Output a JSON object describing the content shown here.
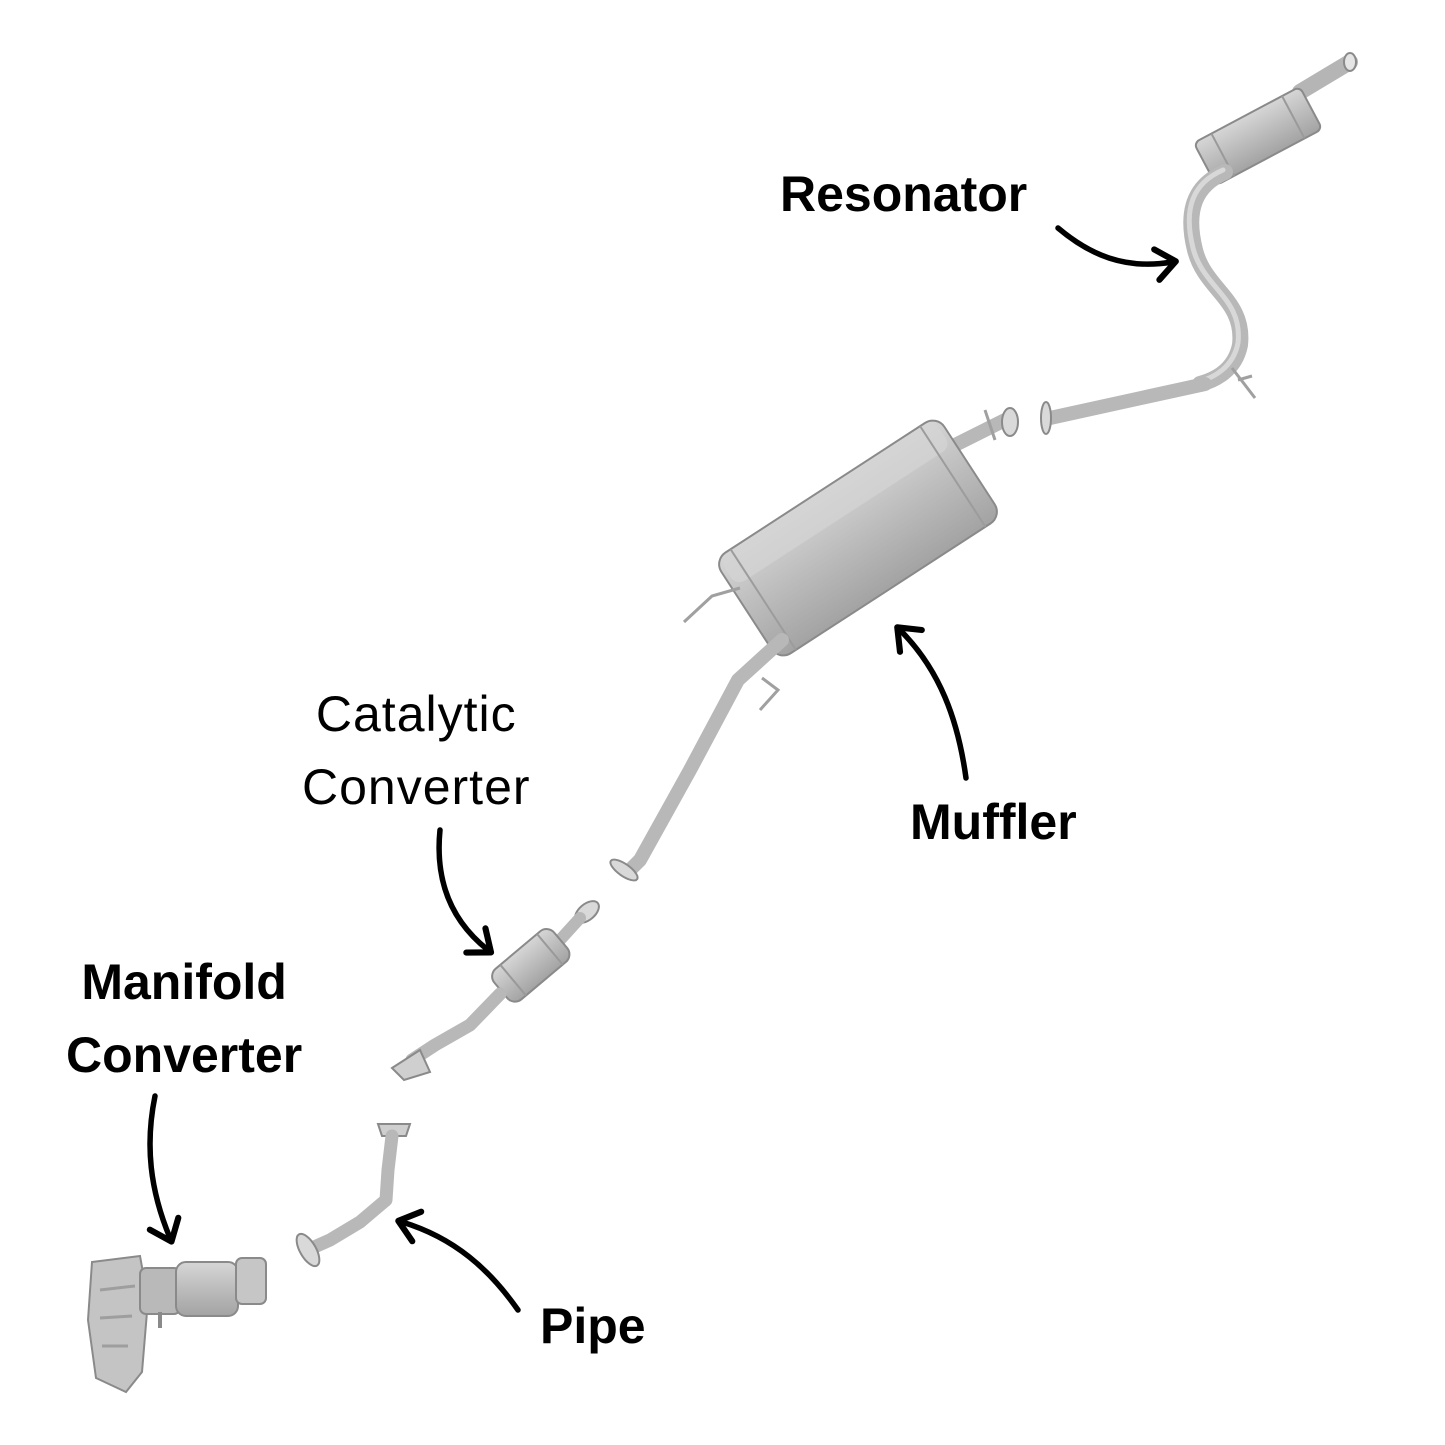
{
  "labels": {
    "resonator": "Resonator",
    "muffler": "Muffler",
    "catalytic_line1": "Catalytic",
    "catalytic_line2": "Converter",
    "manifold_line1": "Manifold",
    "manifold_line2": "Converter",
    "pipe": "Pipe"
  },
  "colors": {
    "part_body": "#bdbdbd",
    "part_shade": "#9e9e9e",
    "part_light": "#d9d9d9",
    "part_outline": "#8a8a8a",
    "arrow": "#000000",
    "label_text": "#000000"
  }
}
